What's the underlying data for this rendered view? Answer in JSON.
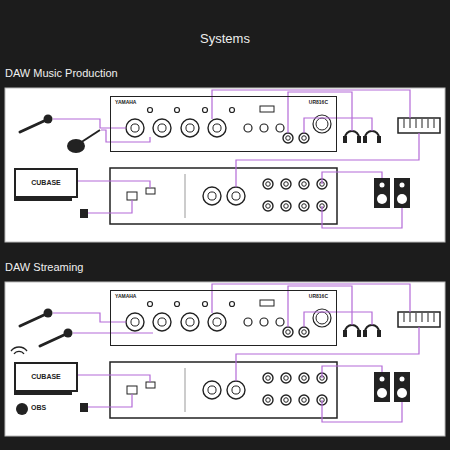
{
  "diagram": {
    "title": "Systems",
    "nodes": [
      {
        "text": [
          "DAW Music Production"
        ]
      },
      {
        "text": [
          "YAMAHA",
          "UR816C"
        ],
        "in": 0
      },
      {
        "text": [
          "CUBASE"
        ],
        "in": 0
      },
      {
        "text": [
          "DAW Streaming"
        ]
      },
      {
        "text": [
          "YAMAHA",
          "UR816C"
        ],
        "in": 3
      },
      {
        "text": [
          "CUBASE"
        ],
        "in": 3
      }
    ],
    "labels": [
      "OBS"
    ]
  }
}
